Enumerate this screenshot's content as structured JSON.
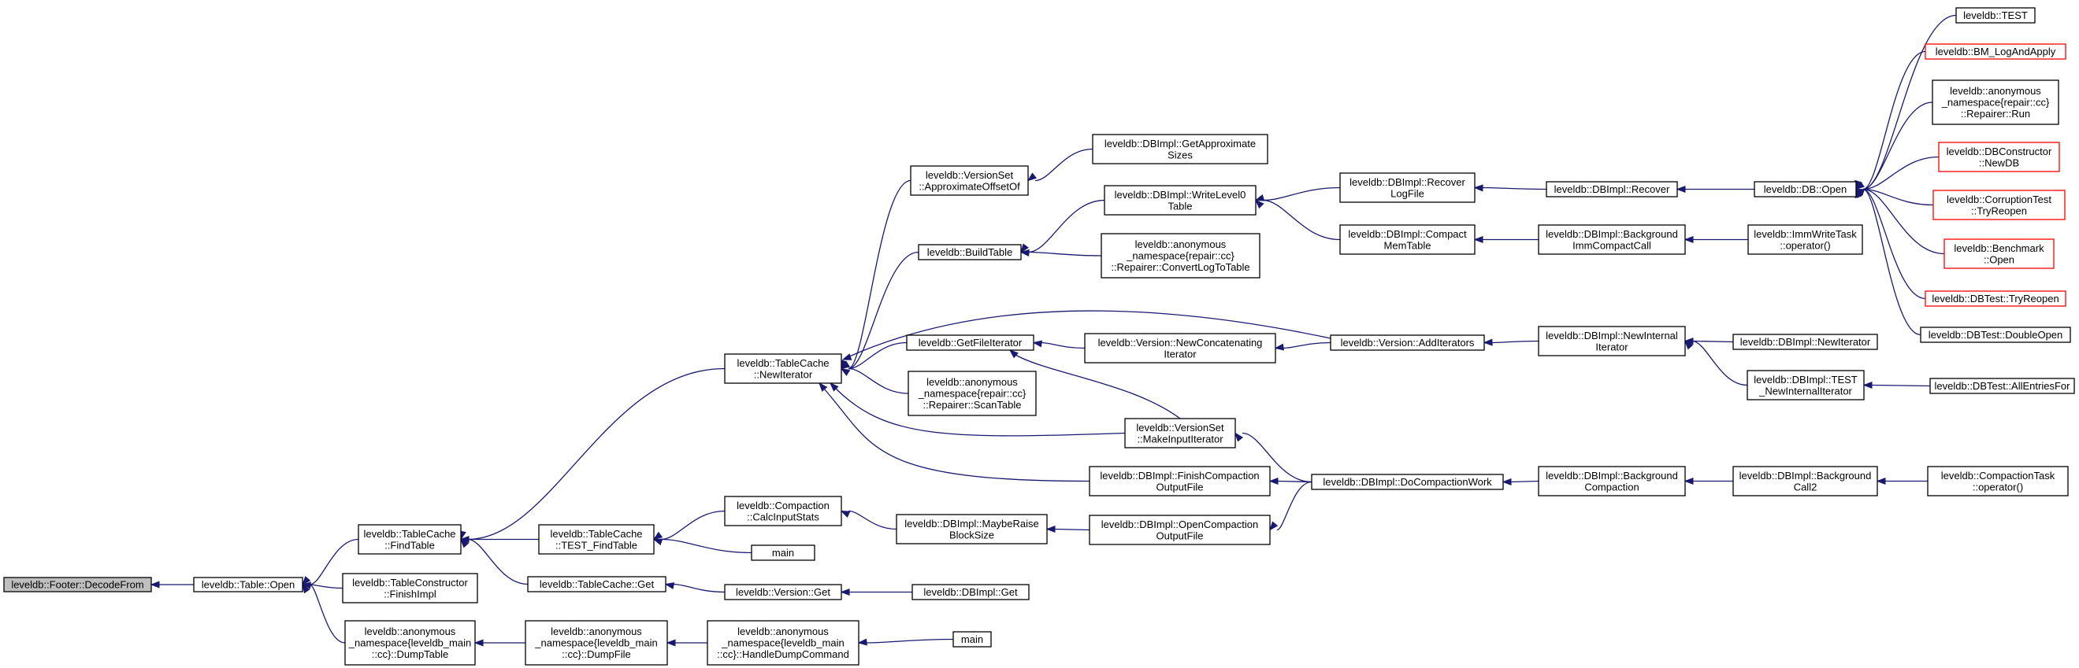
{
  "colors": {
    "edge": "#191970",
    "border": "#000000",
    "truncated_border": "#ff0000",
    "root_fill": "#bfbfbf"
  },
  "nodes": [
    {
      "id": "footer_decode",
      "lines": [
        "leveldb::Footer::DecodeFrom"
      ],
      "root": true
    },
    {
      "id": "table_open",
      "lines": [
        "leveldb::Table::Open"
      ]
    },
    {
      "id": "tc_findtable",
      "lines": [
        "leveldb::TableCache",
        "::FindTable"
      ]
    },
    {
      "id": "tconstr_finish",
      "lines": [
        "leveldb::TableConstructor",
        "::FinishImpl"
      ]
    },
    {
      "id": "anon_dumptable",
      "lines": [
        "leveldb::anonymous",
        "_namespace{leveldb_main",
        "::cc}::DumpTable"
      ]
    },
    {
      "id": "tc_newiter",
      "lines": [
        "leveldb::TableCache",
        "::NewIterator"
      ]
    },
    {
      "id": "tc_testfind",
      "lines": [
        "leveldb::TableCache",
        "::TEST_FindTable"
      ]
    },
    {
      "id": "tc_get",
      "lines": [
        "leveldb::TableCache::Get"
      ]
    },
    {
      "id": "anon_dumpfile",
      "lines": [
        "leveldb::anonymous",
        "_namespace{leveldb_main",
        "::cc}::DumpFile"
      ]
    },
    {
      "id": "vs_approx",
      "lines": [
        "leveldb::VersionSet",
        "::ApproximateOffsetOf"
      ]
    },
    {
      "id": "buildtable",
      "lines": [
        "leveldb::BuildTable"
      ]
    },
    {
      "id": "getfileiter",
      "lines": [
        "leveldb::GetFileIterator"
      ]
    },
    {
      "id": "repair_scantable",
      "lines": [
        "leveldb::anonymous",
        "_namespace{repair::cc}",
        "::Repairer::ScanTable"
      ]
    },
    {
      "id": "comp_calcinput",
      "lines": [
        "leveldb::Compaction",
        "::CalcInputStats"
      ]
    },
    {
      "id": "main1",
      "lines": [
        "main"
      ]
    },
    {
      "id": "version_get",
      "lines": [
        "leveldb::Version::Get"
      ]
    },
    {
      "id": "anon_handledump",
      "lines": [
        "leveldb::anonymous",
        "_namespace{leveldb_main",
        "::cc}::HandleDumpCommand"
      ]
    },
    {
      "id": "db_getapprox",
      "lines": [
        "leveldb::DBImpl::GetApproximate",
        "Sizes"
      ]
    },
    {
      "id": "db_writelevel0",
      "lines": [
        "leveldb::DBImpl::WriteLevel0",
        "Table"
      ]
    },
    {
      "id": "repair_convertlog",
      "lines": [
        "leveldb::anonymous",
        "_namespace{repair::cc}",
        "::Repairer::ConvertLogToTable"
      ]
    },
    {
      "id": "version_newconcat",
      "lines": [
        "leveldb::Version::NewConcatenating",
        "Iterator"
      ]
    },
    {
      "id": "vs_makeinput",
      "lines": [
        "leveldb::VersionSet",
        "::MakeInputIterator"
      ]
    },
    {
      "id": "db_finishcomp",
      "lines": [
        "leveldb::DBImpl::FinishCompaction",
        "OutputFile"
      ]
    },
    {
      "id": "db_maybeRaise",
      "lines": [
        "leveldb::DBImpl::MaybeRaise",
        "BlockSize"
      ]
    },
    {
      "id": "db_opencomp",
      "lines": [
        "leveldb::DBImpl::OpenCompaction",
        "OutputFile"
      ]
    },
    {
      "id": "db_get",
      "lines": [
        "leveldb::DBImpl::Get"
      ]
    },
    {
      "id": "main2",
      "lines": [
        "main"
      ]
    },
    {
      "id": "db_recoverlog",
      "lines": [
        "leveldb::DBImpl::Recover",
        "LogFile"
      ]
    },
    {
      "id": "db_compactmem",
      "lines": [
        "leveldb::DBImpl::Compact",
        "MemTable"
      ]
    },
    {
      "id": "version_additer",
      "lines": [
        "leveldb::Version::AddIterators"
      ]
    },
    {
      "id": "db_docompaction",
      "lines": [
        "leveldb::DBImpl::DoCompactionWork"
      ]
    },
    {
      "id": "db_recover",
      "lines": [
        "leveldb::DBImpl::Recover"
      ]
    },
    {
      "id": "db_bgimm",
      "lines": [
        "leveldb::DBImpl::Background",
        "ImmCompactCall"
      ]
    },
    {
      "id": "db_newinternal",
      "lines": [
        "leveldb::DBImpl::NewInternal",
        "Iterator"
      ]
    },
    {
      "id": "db_bgcompaction",
      "lines": [
        "leveldb::DBImpl::Background",
        "Compaction"
      ]
    },
    {
      "id": "db_open",
      "lines": [
        "leveldb::DB::Open"
      ]
    },
    {
      "id": "immwrite_op",
      "lines": [
        "leveldb::ImmWriteTask",
        "::operator()"
      ]
    },
    {
      "id": "db_newiterator",
      "lines": [
        "leveldb::DBImpl::NewIterator"
      ]
    },
    {
      "id": "db_test_newinternal",
      "lines": [
        "leveldb::DBImpl::TEST",
        "_NewInternalIterator"
      ]
    },
    {
      "id": "db_bgcall2",
      "lines": [
        "leveldb::DBImpl::Background",
        "Call2"
      ]
    },
    {
      "id": "test",
      "lines": [
        "leveldb::TEST"
      ]
    },
    {
      "id": "bm_logapply",
      "lines": [
        "leveldb::BM_LogAndApply"
      ],
      "truncated": true
    },
    {
      "id": "repair_run",
      "lines": [
        "leveldb::anonymous",
        "_namespace{repair::cc}",
        "::Repairer::Run"
      ]
    },
    {
      "id": "dbconstr_newdb",
      "lines": [
        "leveldb::DBConstructor",
        "::NewDB"
      ],
      "truncated": true
    },
    {
      "id": "corrupt_tryreopen",
      "lines": [
        "leveldb::CorruptionTest",
        "::TryReopen"
      ],
      "truncated": true
    },
    {
      "id": "bench_open",
      "lines": [
        "leveldb::Benchmark",
        "::Open"
      ],
      "truncated": true
    },
    {
      "id": "dbtest_tryreopen",
      "lines": [
        "leveldb::DBTest::TryReopen"
      ],
      "truncated": true
    },
    {
      "id": "dbtest_doubleopen",
      "lines": [
        "leveldb::DBTest::DoubleOpen"
      ]
    },
    {
      "id": "dbtest_allentries",
      "lines": [
        "leveldb::DBTest::AllEntriesFor"
      ]
    },
    {
      "id": "comptask_op",
      "lines": [
        "leveldb::CompactionTask",
        "::operator()"
      ]
    }
  ],
  "edges": [
    [
      "table_open",
      "footer_decode"
    ],
    [
      "tc_findtable",
      "table_open"
    ],
    [
      "tconstr_finish",
      "table_open"
    ],
    [
      "anon_dumptable",
      "table_open"
    ],
    [
      "tc_newiter",
      "tc_findtable"
    ],
    [
      "tc_testfind",
      "tc_findtable"
    ],
    [
      "tc_get",
      "tc_findtable"
    ],
    [
      "anon_dumpfile",
      "anon_dumptable"
    ],
    [
      "vs_approx",
      "tc_newiter"
    ],
    [
      "buildtable",
      "tc_newiter"
    ],
    [
      "getfileiter",
      "tc_newiter"
    ],
    [
      "repair_scantable",
      "tc_newiter"
    ],
    [
      "version_additer",
      "tc_newiter"
    ],
    [
      "vs_makeinput",
      "tc_newiter"
    ],
    [
      "db_finishcomp",
      "tc_newiter"
    ],
    [
      "comp_calcinput",
      "tc_testfind"
    ],
    [
      "main1",
      "tc_testfind"
    ],
    [
      "version_get",
      "tc_get"
    ],
    [
      "anon_handledump",
      "anon_dumpfile"
    ],
    [
      "db_getapprox",
      "vs_approx"
    ],
    [
      "db_writelevel0",
      "buildtable"
    ],
    [
      "repair_convertlog",
      "buildtable"
    ],
    [
      "version_newconcat",
      "getfileiter"
    ],
    [
      "vs_makeinput",
      "getfileiter"
    ],
    [
      "db_maybeRaise",
      "comp_calcinput"
    ],
    [
      "db_get",
      "version_get"
    ],
    [
      "main2",
      "anon_handledump"
    ],
    [
      "db_recoverlog",
      "db_writelevel0"
    ],
    [
      "db_compactmem",
      "db_writelevel0"
    ],
    [
      "version_additer",
      "version_newconcat"
    ],
    [
      "db_docompaction",
      "vs_makeinput"
    ],
    [
      "db_docompaction",
      "db_finishcomp"
    ],
    [
      "db_opencomp",
      "db_maybeRaise"
    ],
    [
      "db_docompaction",
      "db_opencomp"
    ],
    [
      "db_recover",
      "db_recoverlog"
    ],
    [
      "db_bgimm",
      "db_compactmem"
    ],
    [
      "db_newinternal",
      "version_additer"
    ],
    [
      "db_bgcompaction",
      "db_docompaction"
    ],
    [
      "db_open",
      "db_recover"
    ],
    [
      "immwrite_op",
      "db_bgimm"
    ],
    [
      "db_newiterator",
      "db_newinternal"
    ],
    [
      "db_test_newinternal",
      "db_newinternal"
    ],
    [
      "db_bgcall2",
      "db_bgcompaction"
    ],
    [
      "test",
      "db_open"
    ],
    [
      "bm_logapply",
      "db_open"
    ],
    [
      "repair_run",
      "db_open"
    ],
    [
      "dbconstr_newdb",
      "db_open"
    ],
    [
      "corrupt_tryreopen",
      "db_open"
    ],
    [
      "bench_open",
      "db_open"
    ],
    [
      "dbtest_tryreopen",
      "db_open"
    ],
    [
      "dbtest_doubleopen",
      "db_open"
    ],
    [
      "dbtest_allentries",
      "db_test_newinternal"
    ],
    [
      "comptask_op",
      "db_bgcall2"
    ]
  ]
}
